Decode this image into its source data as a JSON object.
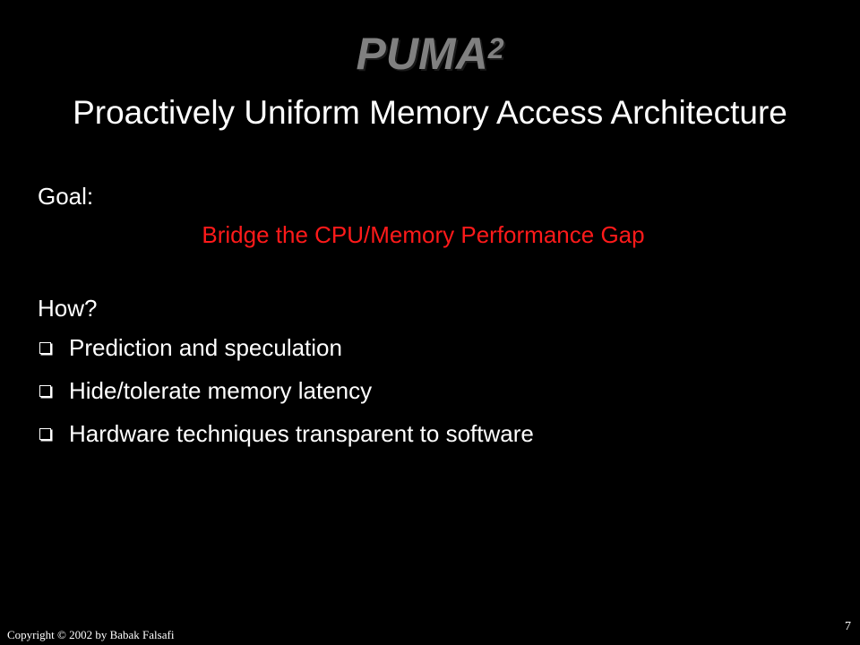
{
  "slide": {
    "title": "PUMA",
    "title_superscript": "2",
    "subtitle": "Proactively Uniform Memory Access Architecture",
    "goal_label": "Goal:",
    "goal_text": "Bridge the CPU/Memory Performance Gap",
    "how_label": "How?",
    "bullets": [
      "Prediction and speculation",
      "Hide/tolerate memory latency",
      "Hardware techniques transparent to software"
    ],
    "footer": "Copyright © 2002  by Babak Falsafi",
    "page_number": "7"
  },
  "colors": {
    "background": "#000000",
    "title": "#808080",
    "text": "#ffffff",
    "highlight": "#ff1a1a"
  },
  "icons": {
    "bullet": "hollow-square-bullet-icon"
  }
}
